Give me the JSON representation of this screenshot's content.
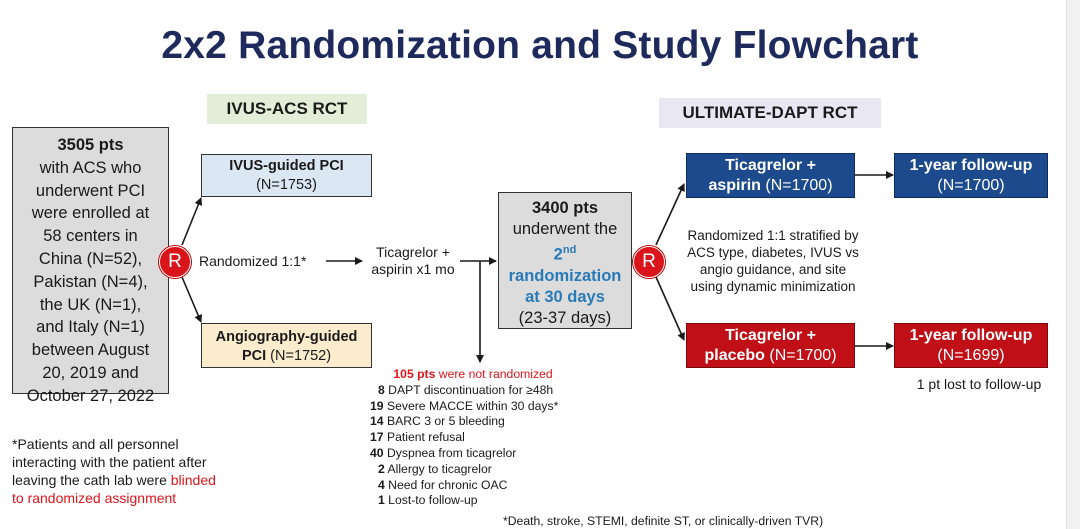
{
  "title": "2x2 Randomization and Study Flowchart",
  "ivus_acs_label": "IVUS-ACS RCT",
  "ultimate_dapt_label": "ULTIMATE-DAPT RCT",
  "enrollment": {
    "count": "3505 pts",
    "lines": [
      "with ACS who",
      "underwent PCI",
      "were enrolled at",
      "58 centers in",
      "China (N=52),",
      "Pakistan (N=4),",
      "the UK (N=1),",
      "and Italy (N=1)",
      "between August",
      "20, 2019 and",
      "October 27, 2022"
    ]
  },
  "r_label": "R",
  "randomized_1_1": "Randomized 1:1*",
  "ivus_guided": {
    "title": "IVUS-guided PCI",
    "n": "(N=1753)"
  },
  "angio_guided": {
    "title": "Angiography-guided",
    "title2": "PCI",
    "n": "(N=1752)"
  },
  "ticagrelor_aspirin_1mo": {
    "line1": "Ticagrelor +",
    "line2": "aspirin x1 mo"
  },
  "second_rand": {
    "count": "3400 pts",
    "line1": "underwent the",
    "ordinal": "2",
    "ordinal_sup": "nd",
    "line2": "randomization",
    "line3": "at 30 days",
    "line4": "(23-37 days)"
  },
  "stratified": {
    "lines": [
      "Randomized 1:1 stratified by",
      "ACS type, diabetes, IVUS vs",
      "angio guidance, and site",
      "using dynamic minimization"
    ]
  },
  "tica_aspirin": {
    "line1": "Ticagrelor +",
    "line2_bold": "aspirin",
    "line2_n": " (N=1700)"
  },
  "tica_placebo": {
    "line1": "Ticagrelor +",
    "line2_bold": "placebo",
    "line2_n": " (N=1700)"
  },
  "followup_top": {
    "title": "1-year follow-up",
    "n": "(N=1700)"
  },
  "followup_bottom": {
    "title": "1-year follow-up",
    "n": "(N=1699)"
  },
  "lost_followup": "1 pt lost to follow-up",
  "not_randomized": {
    "count": "105 pts",
    "label": " were not randomized",
    "items": [
      {
        "n": "8",
        "text": " DAPT discontinuation for ≥48h"
      },
      {
        "n": "19",
        "text": " Severe MACCE within 30 days*"
      },
      {
        "n": "14",
        "text": " BARC 3 or 5 bleeding"
      },
      {
        "n": "17",
        "text": " Patient refusal"
      },
      {
        "n": "40",
        "text": " Dyspnea from ticagrelor"
      },
      {
        "n": "2",
        "text": " Allergy to ticagrelor"
      },
      {
        "n": "4",
        "text": " Need for chronic OAC"
      },
      {
        "n": "1",
        "text": " Lost-to follow-up"
      }
    ]
  },
  "footnote1": {
    "lines": [
      "*Patients and all personnel",
      "interacting with the patient after"
    ],
    "line3_plain": "leaving the cath lab were ",
    "line3_red": "blinded",
    "line4_red": "to randomized assignment"
  },
  "footnote2": "*Death, stroke, STEMI, definite ST, or clinically-driven TVR)",
  "colors": {
    "navy": "#1c4a8c",
    "red": "#c00f16",
    "r_circle": "#d9141b",
    "title": "#1f2a5c",
    "highlight": "#2a7ab8"
  }
}
